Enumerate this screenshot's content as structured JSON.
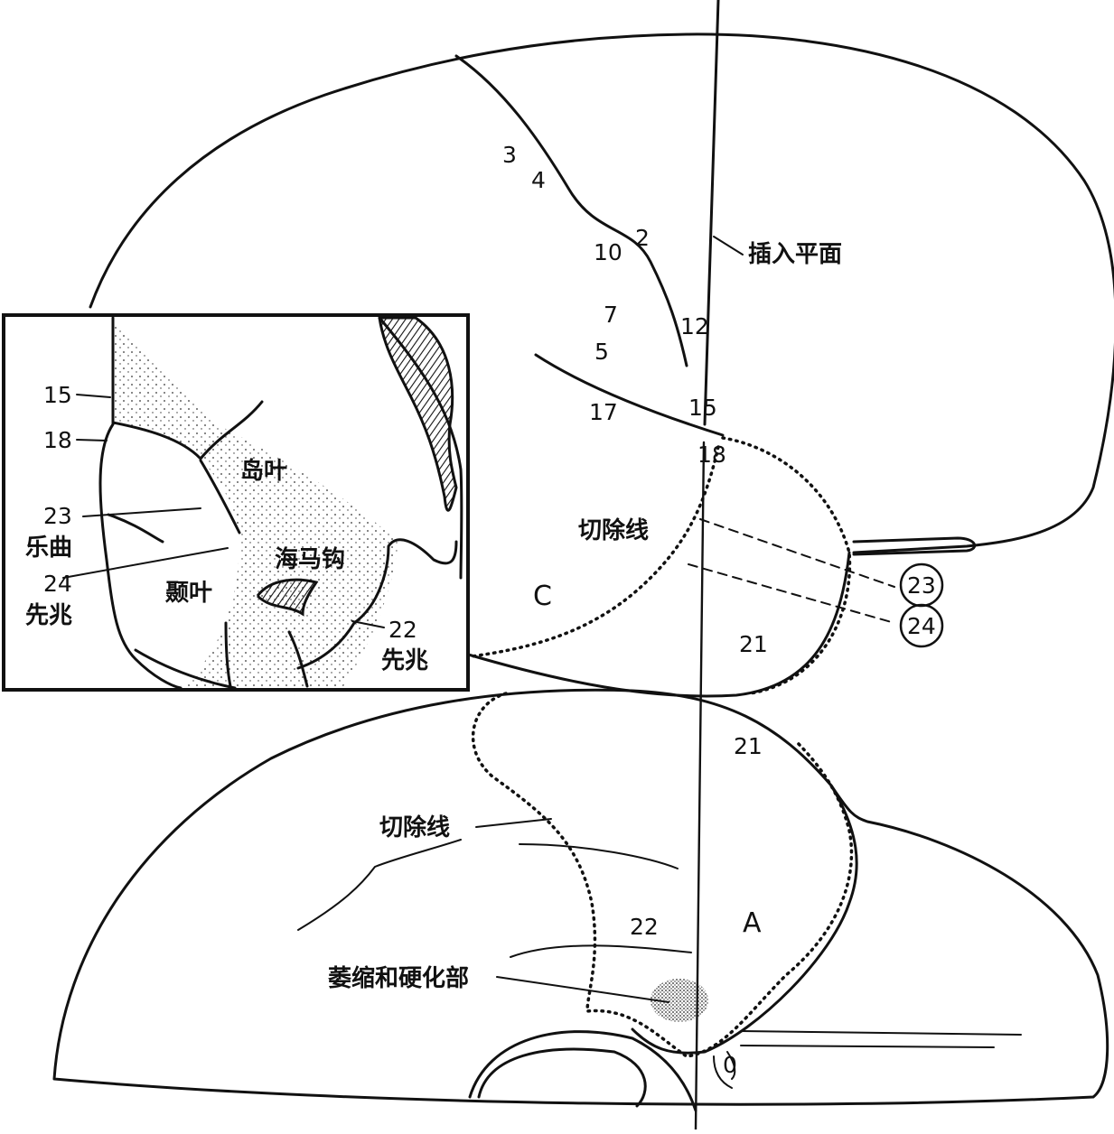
{
  "colors": {
    "ink": "#111111",
    "paper": "#ffffff"
  },
  "upper_view": {
    "sulcus_numbers": {
      "n3": "3",
      "n4": "4",
      "n2": "2",
      "n10": "10",
      "n12": "12",
      "n7": "7",
      "n5": "5",
      "n17": "17",
      "n15": "15",
      "n18": "18",
      "n21": "21"
    },
    "insertion_plane_label": "插入平面",
    "resection_line_label": "切除线",
    "region_c": "C",
    "electrode_23": "23",
    "electrode_24": "24"
  },
  "inset": {
    "label_15": "15",
    "label_18": "18",
    "label_23": "23",
    "label_23_desc": "乐曲",
    "label_24": "24",
    "label_24_desc": "先兆",
    "label_22": "22",
    "label_22_desc": "先兆",
    "insula": "岛叶",
    "temporal_lobe": "颞叶",
    "uncus": "海马钩"
  },
  "lower_view": {
    "number_21": "21",
    "resection_line_label": "切除线",
    "number_22": "22",
    "region_a": "A",
    "lesion_label": "萎缩和硬化部",
    "number_0": "0"
  }
}
